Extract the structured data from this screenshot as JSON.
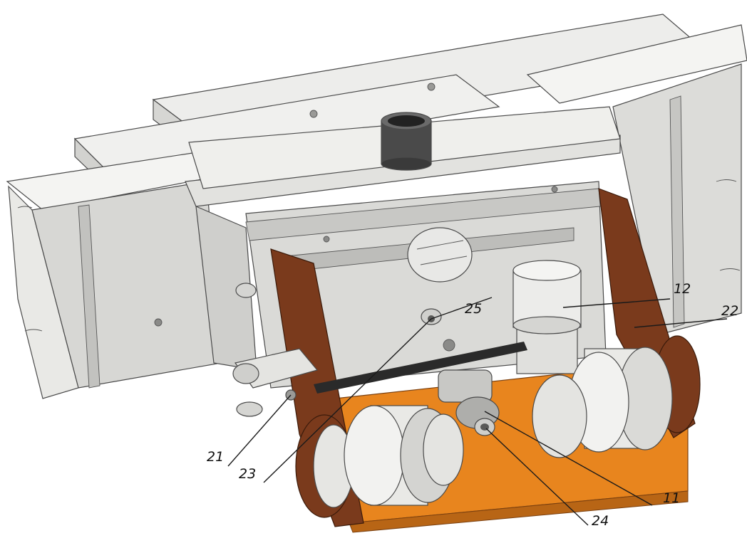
{
  "diagram": {
    "colors": {
      "steel": "#e4e4e2",
      "steel_shade": "#c9c9c6",
      "steel_dark": "#9a9a97",
      "bracket": "#7a3a1c",
      "base_plate": "#e8851e",
      "line": "#1a1a1a"
    },
    "callouts": [
      {
        "id": "11",
        "label": "11"
      },
      {
        "id": "12",
        "label": "12"
      },
      {
        "id": "21",
        "label": "21"
      },
      {
        "id": "22",
        "label": "22"
      },
      {
        "id": "23",
        "label": "23"
      },
      {
        "id": "24",
        "label": "24"
      },
      {
        "id": "25",
        "label": "25"
      }
    ]
  }
}
